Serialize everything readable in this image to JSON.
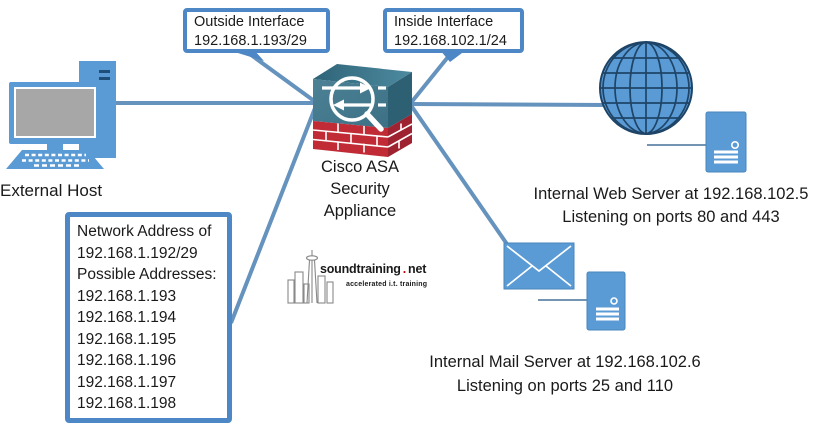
{
  "callouts": {
    "outside": {
      "line1": "Outside Interface",
      "line2": "192.168.1.193/29"
    },
    "inside": {
      "line1": "Inside Interface",
      "line2": "192.168.102.1/24"
    },
    "network": {
      "lines": [
        "Network Address of",
        "192.168.1.192/29",
        "Possible Addresses:",
        "192.168.1.193",
        "192.168.1.194",
        "192.168.1.195",
        "192.168.1.196",
        "192.168.1.197",
        "192.168.1.198"
      ]
    }
  },
  "labels": {
    "external_host": "External Host",
    "asa": {
      "line1": "Cisco ASA",
      "line2": "Security",
      "line3": "Appliance"
    },
    "web_server": {
      "line1": "Internal Web Server at 192.168.102.5",
      "line2": "Listening on ports 80 and 443"
    },
    "mail_server": {
      "line1": "Internal Mail Server at 192.168.102.6",
      "line2": "Listening on ports 25 and 110"
    }
  },
  "logo": {
    "brand": "soundtraining",
    "separator": ".",
    "tld": "net",
    "tagline": "accelerated i.t. training"
  },
  "icons": [
    "external-host-icon",
    "asa-firewall-icon",
    "globe-icon",
    "web-server-icon",
    "envelope-icon",
    "mail-server-icon",
    "skyline-logo-icon"
  ],
  "colors": {
    "icon_blue": "#5B9BD5",
    "connector_blue": "#6593BD",
    "callout_border": "#4E87C5",
    "brick_red": "#C12B35",
    "teal_front": "#45788C",
    "globe_grid_navy": "#1E4467",
    "screen_gray": "#A7A7A7",
    "logo_dot_red": "#C00000"
  }
}
